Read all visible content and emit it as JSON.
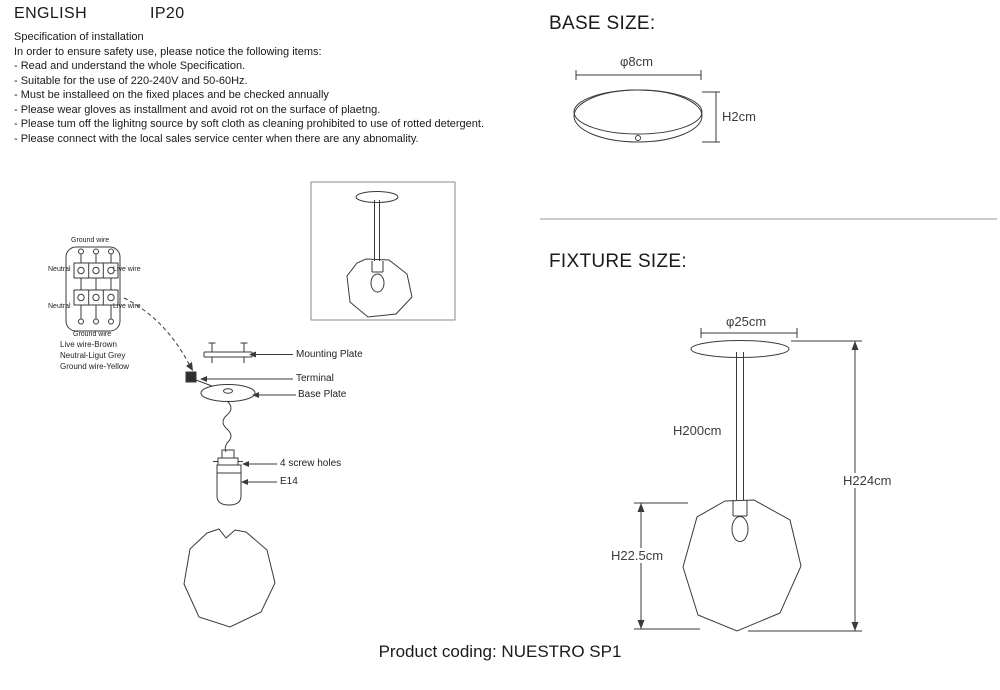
{
  "header": {
    "language": "ENGLISH",
    "ip_rating": "IP20"
  },
  "spec": {
    "title": "Specification of installation",
    "intro": "In order to ensure safety use, please notice the following items:",
    "items": [
      "- Read and understand the whole Specification.",
      "- Suitable for the use of 220-240V and 50-60Hz.",
      "- Must be installeed on the fixed places and be checked annually",
      "- Please wear gloves as installment and avoid rot on the surface of plaetng.",
      "- Please tum off the lighitng source by soft cloth as cleaning prohibited to use of rotted detergent.",
      "- Please connect with the local sales service center when there are any abnomality."
    ]
  },
  "wiring": {
    "ground_wire_top": "Ground wire",
    "neutral_row1": "Neutral",
    "live_row1": "Live wire",
    "neutral_row2": "Neutral",
    "live_row2": "Live wire",
    "ground_wire_bottom": "Ground wire",
    "legend": [
      "Live wire-Brown",
      "Neutral-Ligut Grey",
      "Ground wire-Yellow"
    ]
  },
  "assembly": {
    "mounting_plate": "Mounting Plate",
    "terminal": "Terminal",
    "base_plate": "Base Plate",
    "screw_holes": "4 screw holes",
    "socket": "E14"
  },
  "base_size": {
    "title": "BASE SIZE:",
    "diameter": "φ8cm",
    "height": "H2cm"
  },
  "fixture_size": {
    "title": "FIXTURE SIZE:",
    "diameter": "φ25cm",
    "rod_height": "H200cm",
    "total_height": "H224cm",
    "shade_height": "H22.5cm"
  },
  "footer": {
    "product_coding": "Product coding: NUESTRO SP1"
  }
}
